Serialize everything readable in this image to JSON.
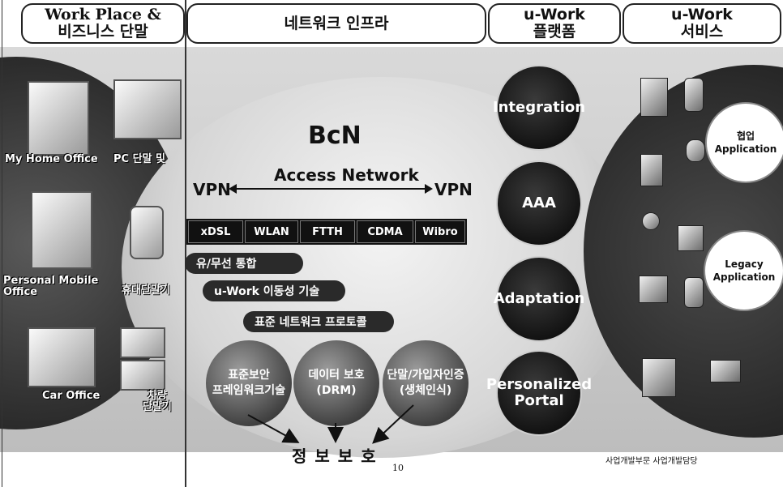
{
  "headers": {
    "workplace": [
      "Work Place &",
      "비즈니스 단말"
    ],
    "network": "네트워크 인프라",
    "platform": [
      "u-Work",
      "플랫폼"
    ],
    "service": [
      "u-Work",
      "서비스"
    ]
  },
  "devices": {
    "home_office": "My Home Office",
    "home_pc": "PC 단말 및",
    "mobile_office": "Personal Mobile Office",
    "mobile_device": "휴대단말기",
    "car_office": "Car Office",
    "vehicle_device": [
      "차량",
      "단말기"
    ]
  },
  "network": {
    "bcn": "BcN",
    "access": "Access Network",
    "vpn_left": "VPN",
    "vpn_right": "VPN",
    "access_types": [
      "xDSL",
      "WLAN",
      "FTTH",
      "CDMA",
      "Wibro"
    ],
    "tech": [
      "유/무선 통합",
      "u-Work 이동성 기술",
      "표준 네트워크 프로토콜"
    ]
  },
  "security": {
    "framework": [
      "표준보안",
      "프레임워크기술"
    ],
    "drm": [
      "데이터 보호",
      "(DRM)"
    ],
    "auth": [
      "단말/가입자인증",
      "(생체인식)"
    ],
    "result": "정보보호"
  },
  "platform": {
    "items": [
      "Integration",
      "AAA",
      "Adaptation",
      "Personalized Portal"
    ]
  },
  "services": {
    "collab": [
      "협업",
      "Application"
    ],
    "legacy": [
      "Legacy",
      "Application"
    ]
  },
  "footer": {
    "page": "10",
    "dept": "사업개발부문 사업개발담당"
  },
  "colors": {
    "ink": "#111111",
    "dark_disc": "#1a1a1a",
    "light_disc": "#d6d6d6"
  }
}
